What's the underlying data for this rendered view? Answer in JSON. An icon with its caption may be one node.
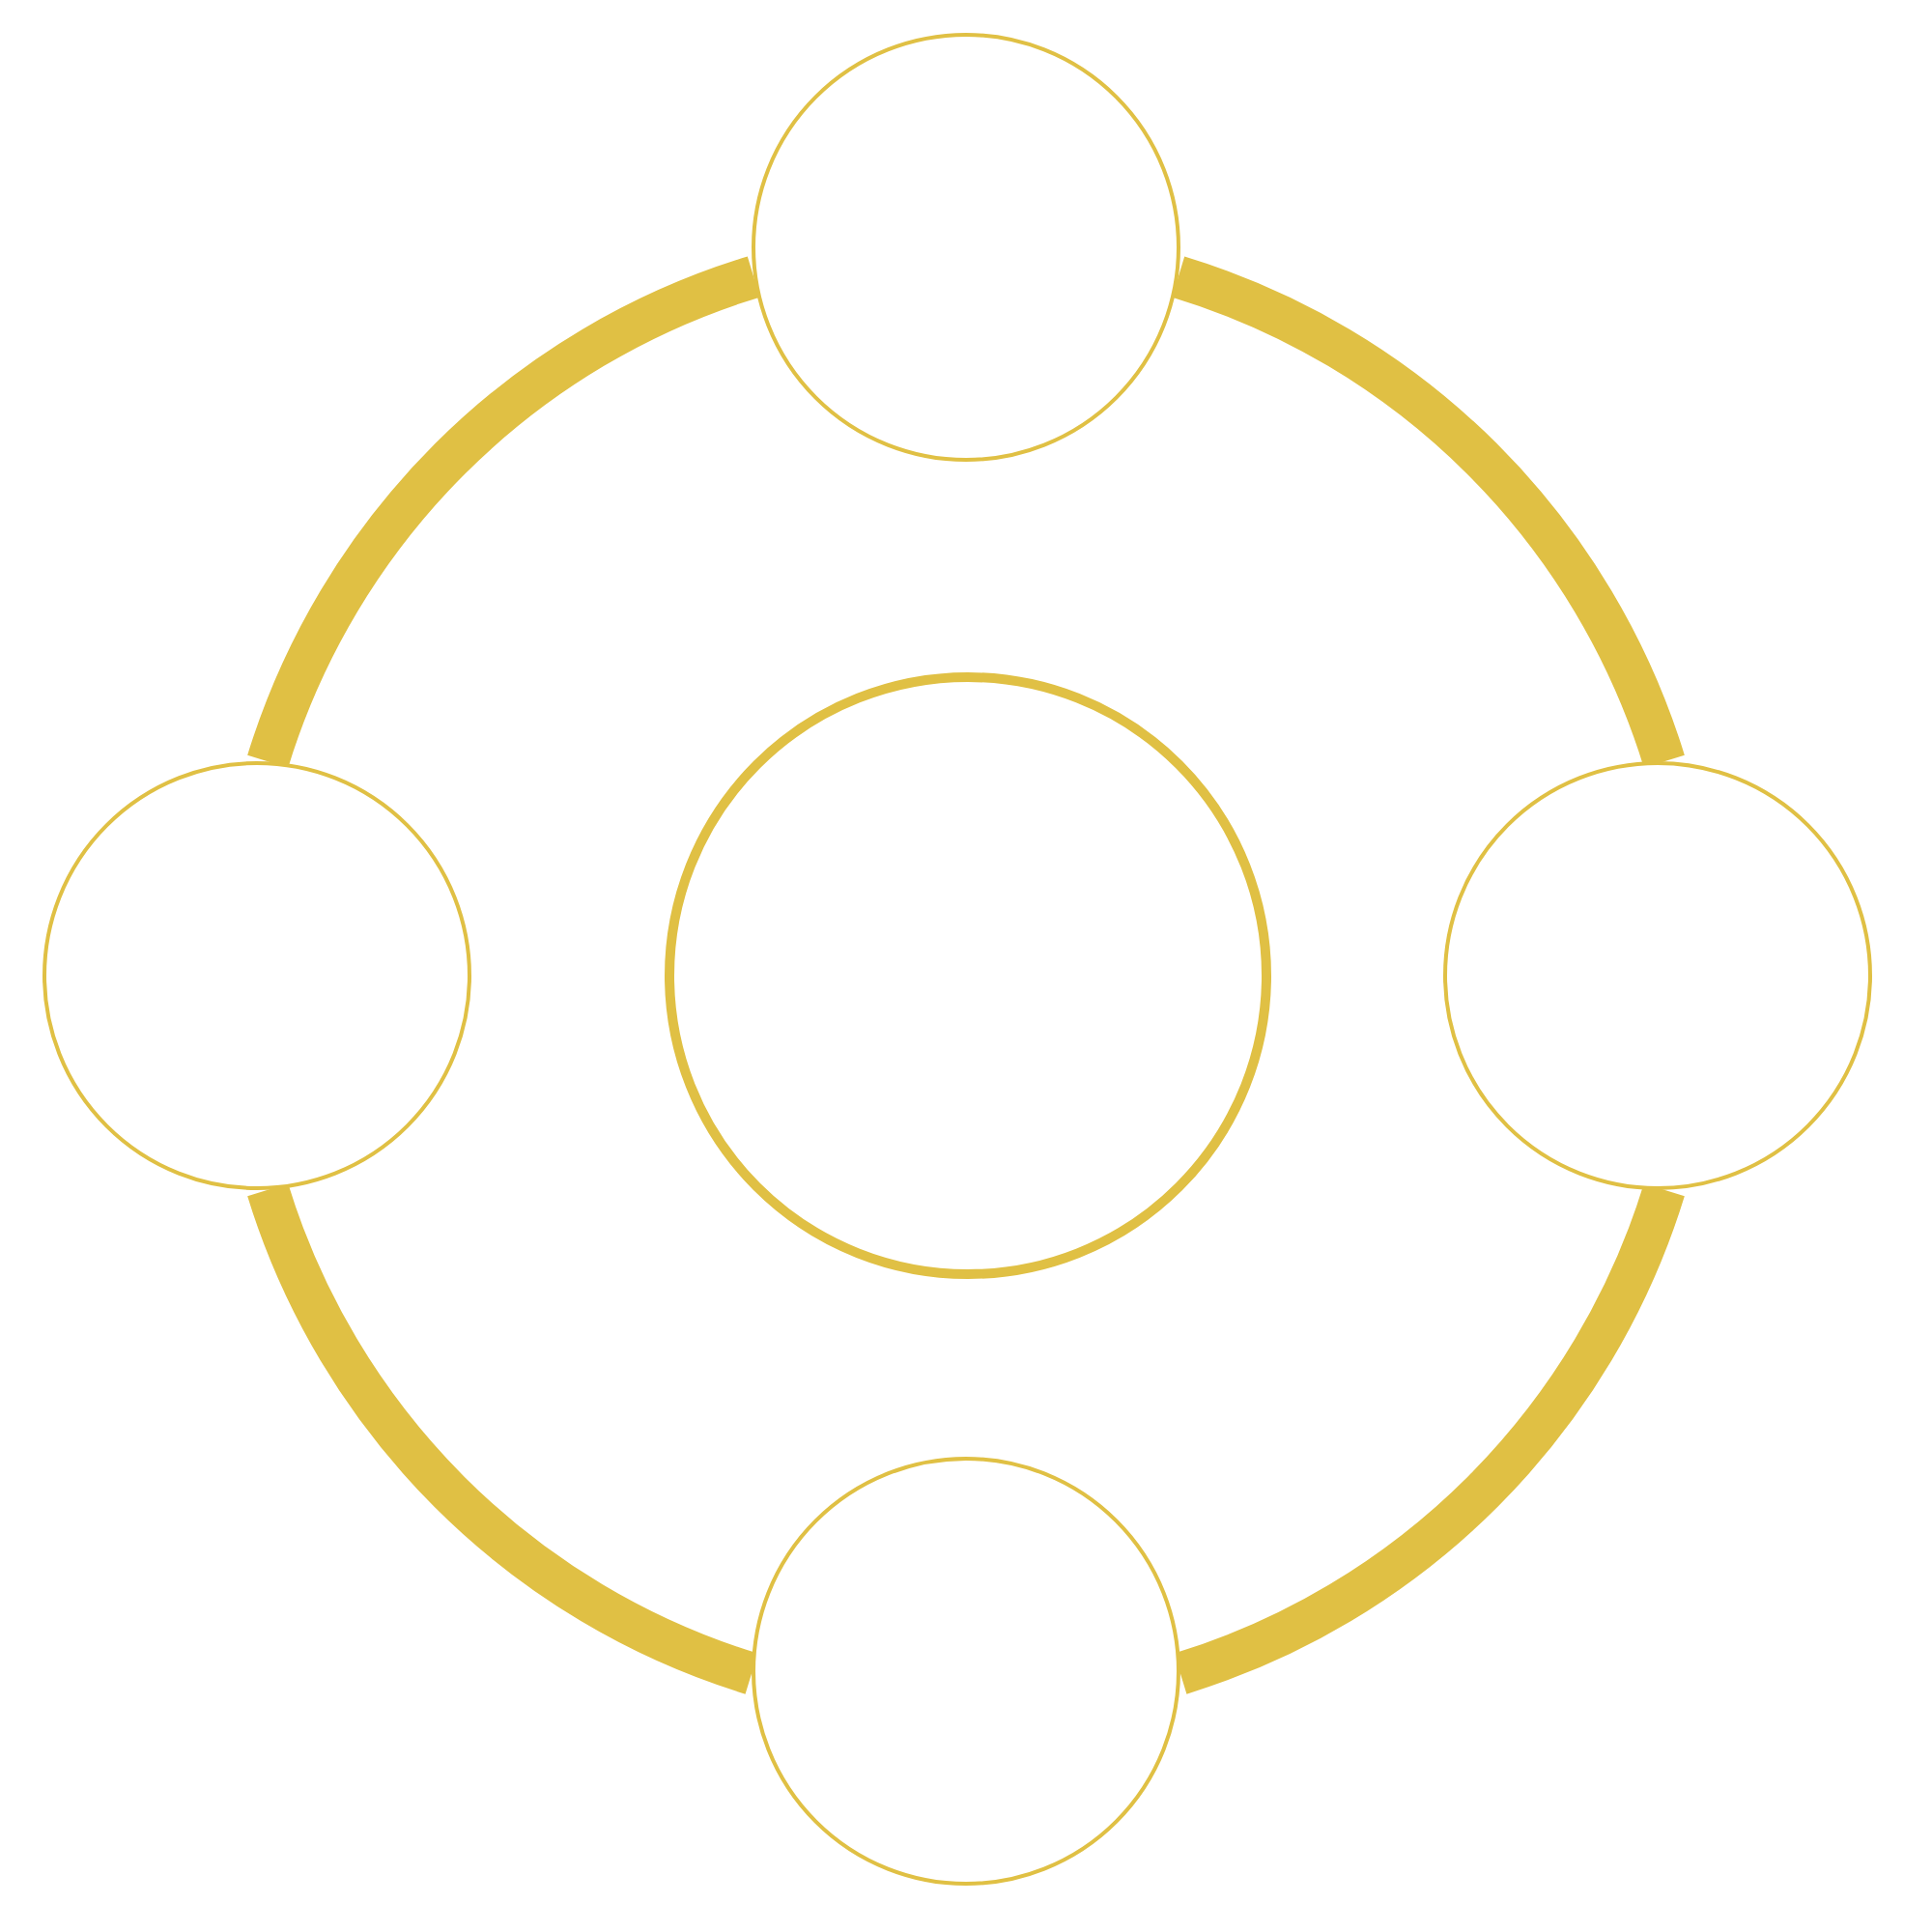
{
  "diagram": {
    "nodes": [
      {
        "text": [],
        "shape": "circle"
      },
      {
        "text": [],
        "shape": "circle"
      },
      {
        "text": [],
        "shape": "circle"
      },
      {
        "text": [],
        "shape": "circle"
      },
      {
        "text": [],
        "shape": "circle"
      }
    ],
    "edges": [
      {
        "from": 0,
        "to": 3,
        "arrow": "none"
      },
      {
        "from": 3,
        "to": 4,
        "arrow": "none"
      },
      {
        "from": 4,
        "to": 1,
        "arrow": "none"
      },
      {
        "from": 1,
        "to": 0,
        "arrow": "none"
      }
    ]
  }
}
